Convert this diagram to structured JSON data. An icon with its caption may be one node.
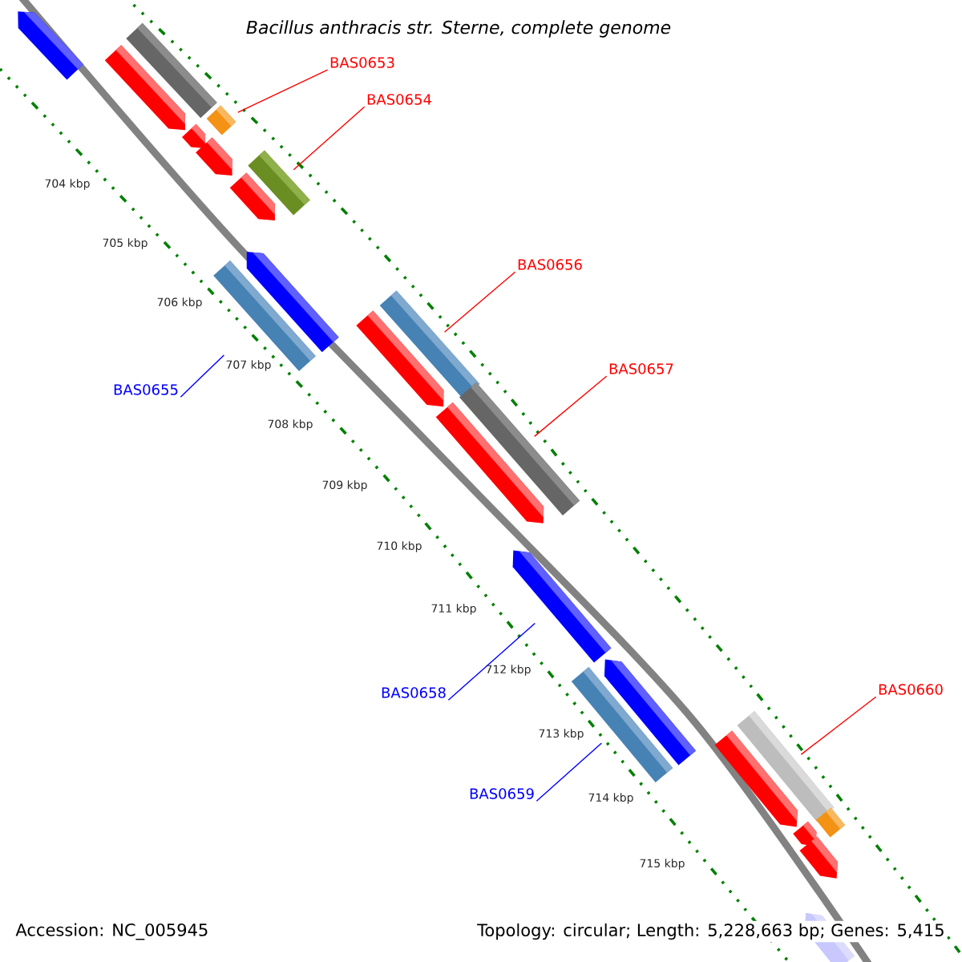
{
  "diagram": {
    "title": "Bacillus anthracis str. Sterne, complete genome",
    "nodes": [
      {
        "text": [],
        "shape": "arrow"
      },
      {
        "text": [],
        "shape": "bar"
      },
      {
        "text": [],
        "shape": "arrow"
      },
      {
        "text": [],
        "shape": "bar"
      },
      {
        "text": [],
        "shape": "arrow"
      },
      {
        "text": [],
        "shape": "arrow"
      },
      {
        "text": [],
        "shape": "bar"
      },
      {
        "text": [],
        "shape": "arrow"
      },
      {
        "text": [],
        "shape": "arrow"
      },
      {
        "text": [],
        "shape": "bar"
      },
      {
        "text": [],
        "shape": "bar"
      },
      {
        "text": [],
        "shape": "arrow"
      },
      {
        "text": [],
        "shape": "bar"
      },
      {
        "text": [],
        "shape": "arrow"
      },
      {
        "text": [],
        "shape": "arrow"
      },
      {
        "text": [],
        "shape": "arrow"
      },
      {
        "text": [],
        "shape": "bar"
      },
      {
        "text": [],
        "shape": "bar"
      },
      {
        "text": [],
        "shape": "arrow"
      },
      {
        "text": [],
        "shape": "bar"
      },
      {
        "text": [],
        "shape": "arrow"
      },
      {
        "text": [],
        "shape": "arrow"
      },
      {
        "text": [],
        "shape": "arrow"
      },
      {
        "text": [
          "BAS0653"
        ]
      },
      {
        "text": [
          "BAS0654"
        ]
      },
      {
        "text": [
          "BAS0656"
        ]
      },
      {
        "text": [
          "BAS0657"
        ]
      },
      {
        "text": [
          "BAS0655"
        ]
      },
      {
        "text": [
          "BAS0658"
        ]
      },
      {
        "text": [
          "BAS0659"
        ]
      },
      {
        "text": [
          "BAS0660"
        ]
      }
    ],
    "edges": [
      {
        "from": 23,
        "to": 3,
        "arrow": "none"
      },
      {
        "from": 24,
        "to": 6,
        "arrow": "none"
      },
      {
        "from": 25,
        "to": 10,
        "arrow": "none"
      },
      {
        "from": 26,
        "to": 12,
        "arrow": "none"
      },
      {
        "from": 27,
        "to": 9,
        "arrow": "none",
        "color": "#0000ff"
      },
      {
        "from": 28,
        "to": 14,
        "arrow": "none",
        "color": "#0000ff"
      },
      {
        "from": 29,
        "to": 16,
        "arrow": "none",
        "color": "#0000ff"
      },
      {
        "from": 30,
        "to": 17,
        "arrow": "none"
      }
    ],
    "labels": [
      "704 kbp",
      "705 kbp",
      "706 kbp",
      "707 kbp",
      "708 kbp",
      "709 kbp",
      "710 kbp",
      "711 kbp",
      "712 kbp",
      "713 kbp",
      "714 kbp",
      "715 kbp",
      "Accession: NC_005945",
      "Topology: circular; Length: 5,228,663 bp; Genes: 5,415"
    ]
  }
}
